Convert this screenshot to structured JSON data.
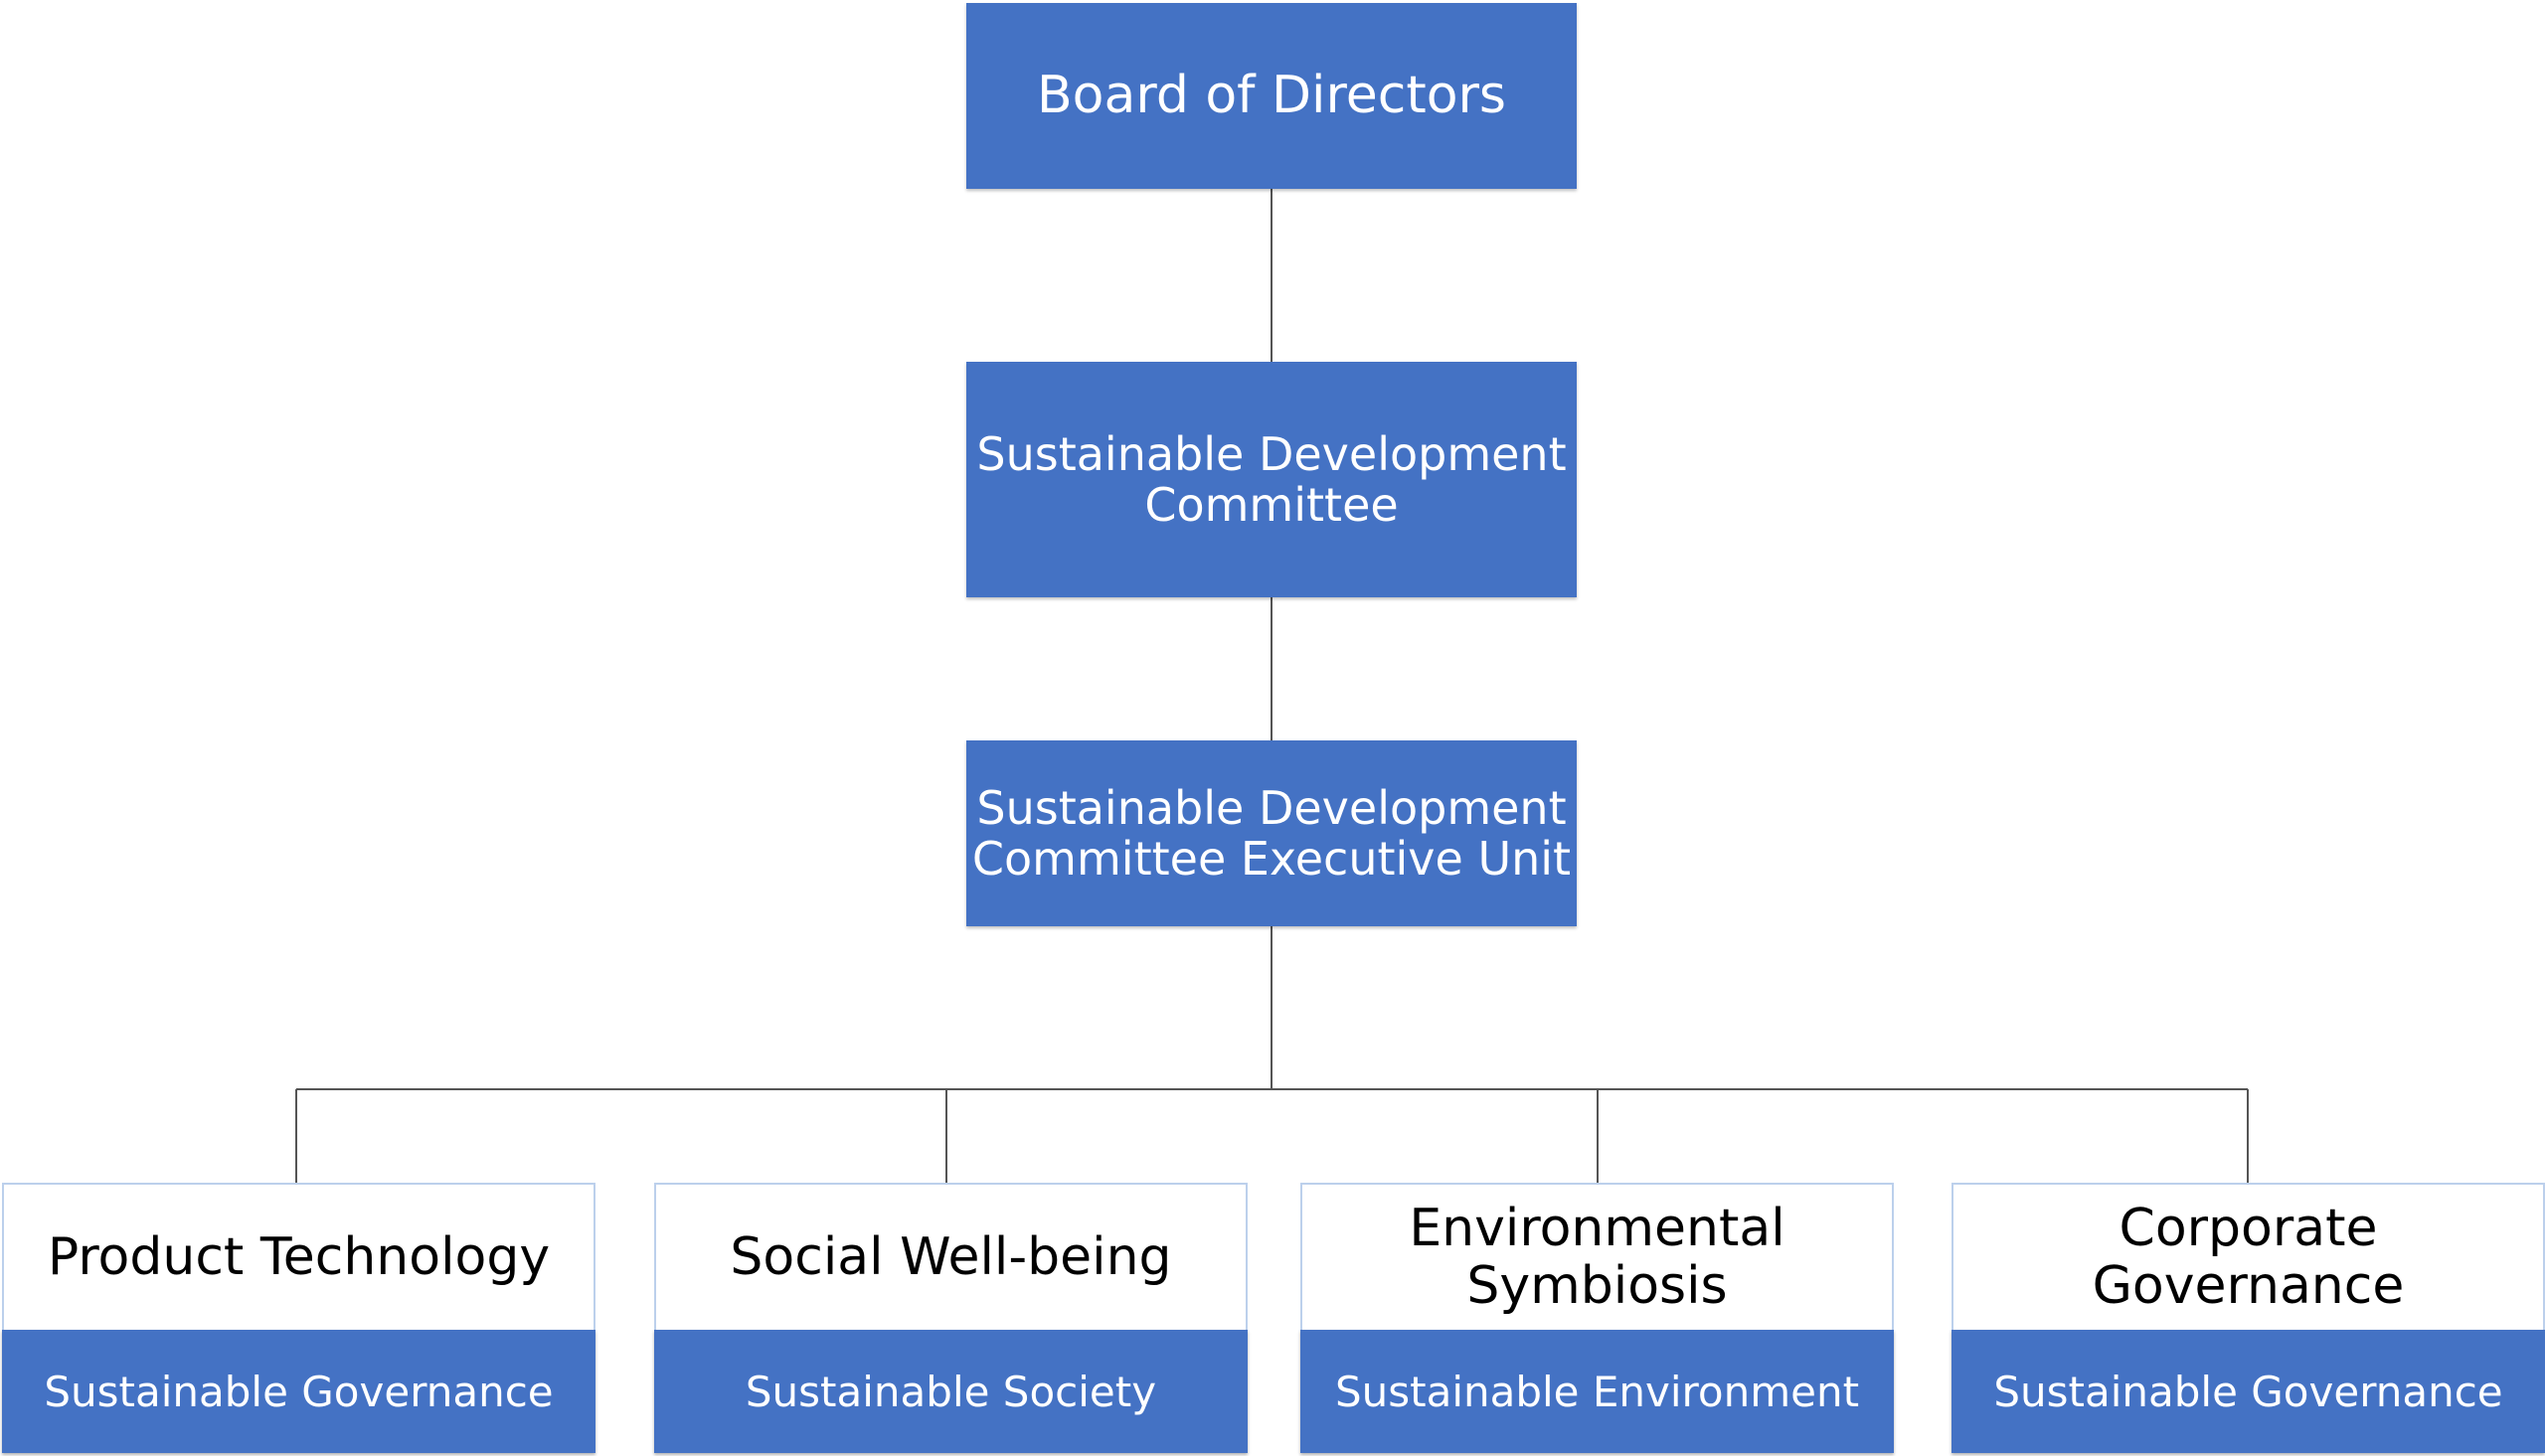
{
  "org_chart": {
    "board": {
      "label": "Board of Directors"
    },
    "committee": {
      "label": "Sustainable Development\nCommittee"
    },
    "executive_unit": {
      "label": "Sustainable Development\nCommittee Executive Unit"
    },
    "pillars": [
      {
        "title": "Product Technology",
        "category": "Sustainable Governance"
      },
      {
        "title": "Social Well-being",
        "category": "Sustainable Society"
      },
      {
        "title": "Environmental\nSymbiosis",
        "category": "Sustainable Environment"
      },
      {
        "title": "Corporate\nGovernance",
        "category": "Sustainable Governance"
      }
    ]
  },
  "colors": {
    "box_fill": "#4472c4",
    "box_text": "#ffffff",
    "pillar_border": "#bcd0ec",
    "connector": "#555555"
  }
}
